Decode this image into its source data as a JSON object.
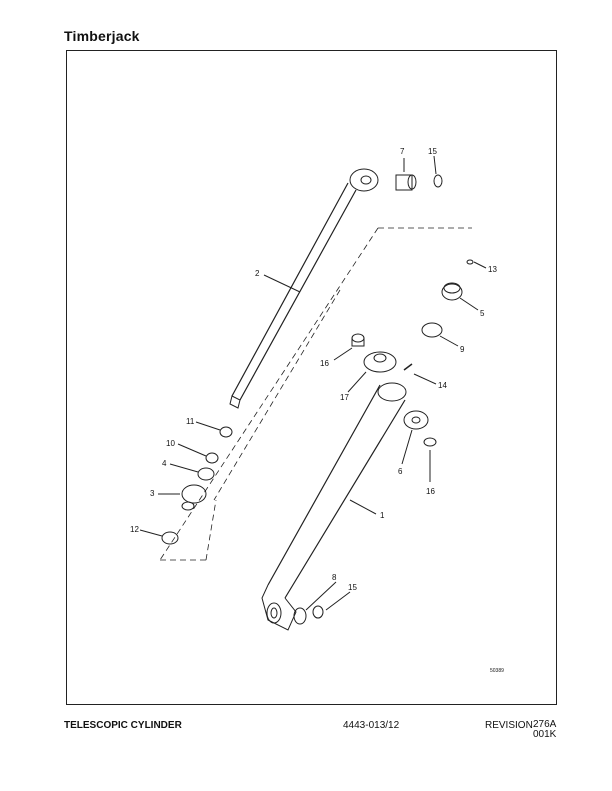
{
  "header": {
    "brand": "Timberjack"
  },
  "drawing": {
    "figure_number": "50389",
    "callouts": [
      "1",
      "2",
      "3",
      "4",
      "5",
      "6",
      "7",
      "8",
      "9",
      "10",
      "11",
      "12",
      "13",
      "14",
      "15",
      "16",
      "17"
    ]
  },
  "footer": {
    "title": "TELESCOPIC CYLINDER",
    "document_number": "4443-013/12",
    "revision_label": "REVISION",
    "revision_number": "276A",
    "revision_code": "001K"
  }
}
